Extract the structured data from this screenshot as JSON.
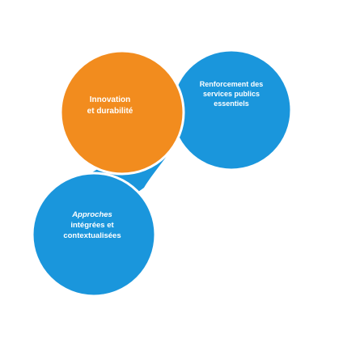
{
  "diagram": {
    "nodes": [
      {
        "id": "renforcement",
        "color": "#1a96dc",
        "lines": [
          "Renforcement des",
          "services publics",
          "essentiels"
        ]
      },
      {
        "id": "innovation",
        "color": "#f28c1e",
        "lines": [
          "Innovation",
          "et durabilité"
        ]
      },
      {
        "id": "approches",
        "color": "#1a96dc",
        "lines": [
          "Approches",
          "intégrées et",
          "contextualisées"
        ]
      }
    ],
    "colors": {
      "blue": "#1a96dc",
      "orange": "#f28c1e",
      "outline": "#ffffff"
    }
  }
}
